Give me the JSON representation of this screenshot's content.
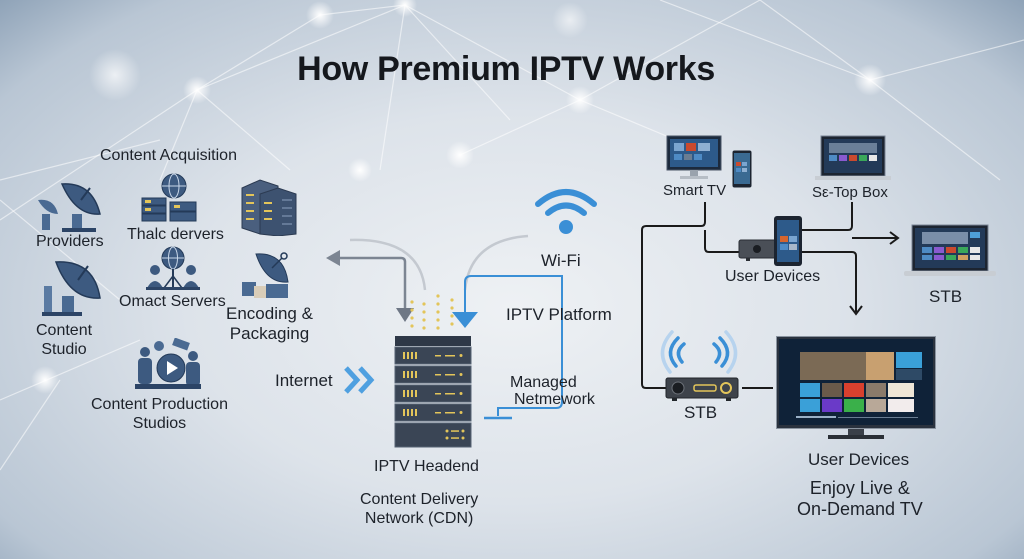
{
  "title": "How Premium IPTV Works",
  "colors": {
    "accent_blue": "#3a8fd6",
    "icon_navy": "#3d5a80",
    "server_dark": "#3a4555",
    "led_yellow": "#e3c55a",
    "arrow_gray": "#7c8592",
    "line_black": "#1a1a1a"
  },
  "content_acquisition": {
    "heading": "Content Acquisition",
    "providers": {
      "label": "Providers",
      "icon": "satellite-dish-icon"
    },
    "content_studio": {
      "label_line1": "Content",
      "label_line2": "Studio",
      "icon": "satellite-dish-icon"
    },
    "thalc_servers": {
      "label": "Thalc dervers",
      "icon": "globe-server-icon"
    },
    "omact_servers": {
      "label": "Omact Servers",
      "icon": "globe-users-icon"
    },
    "encoding": {
      "label_line1": "Encoding &",
      "label_line2": "Packaging",
      "icon": "server-rack-icon"
    },
    "production": {
      "label_line1": "Content Production",
      "label_line2": "Studios",
      "icon": "film-crew-icon"
    }
  },
  "headend": {
    "internet_label": "Internet",
    "headend_label": "IPTV Headend",
    "cdn_line1": "Content Delivery",
    "cdn_line2": "Network (CDN)",
    "wifi_label": "Wi-Fi",
    "platform_label": "IPTV Platform",
    "managed_line1": "Managed",
    "managed_line2": "Netmework"
  },
  "devices": {
    "smart_tv_label": "Smart TV",
    "set_top_box_label": "Sε-Top Box",
    "user_devices_top_label": "User Devices",
    "stb_laptop_label": "STB",
    "stb_box_label": "STB",
    "user_devices_bottom_label": "User Devices",
    "enjoy_line1": "Enjoy Live &",
    "enjoy_line2": "On-Demand TV"
  }
}
